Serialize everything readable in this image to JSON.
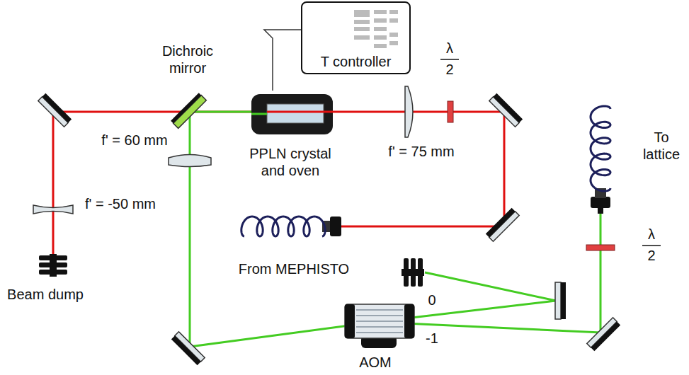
{
  "diagram": {
    "nodes": [
      {
        "text": [
          "T controller"
        ]
      },
      {
        "text": [
          "PPLN crystal and oven"
        ]
      }
    ],
    "edges": [
      {
        "from": 0,
        "to": 1,
        "arrow": "none"
      }
    ],
    "labels": [
      "Dichroic mirror",
      "f' = 60 mm",
      "f' = -50 mm",
      "Beam dump",
      "From MEPHISTO",
      "f' = 75 mm",
      "λ",
      "2",
      "To lattice",
      "λ",
      "2",
      "0",
      "-1",
      "AOM"
    ]
  }
}
